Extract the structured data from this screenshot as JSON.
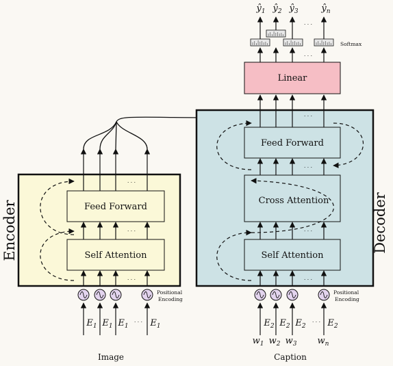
{
  "encoder": {
    "side_label": "Encoder",
    "feed_forward": "Feed Forward",
    "self_attention": "Self Attention",
    "positional_encoding_line1": "Positional",
    "positional_encoding_line2": "Encoding",
    "inputs": [
      "E",
      "E",
      "E",
      "E"
    ],
    "input_subscripts": [
      "1",
      "1",
      "1",
      "1"
    ],
    "ellipsis": "· · ·",
    "bottom_label": "Image"
  },
  "decoder": {
    "side_label": "Decoder",
    "feed_forward": "Feed Forward",
    "cross_attention": "Cross Attention",
    "self_attention": "Self Attention",
    "positional_encoding_line1": "Positional",
    "positional_encoding_line2": "Encoding",
    "inputs": [
      "E",
      "E",
      "E",
      "E"
    ],
    "input_subscripts": [
      "2",
      "2",
      "2",
      "2"
    ],
    "words": [
      "w",
      "w",
      "w",
      "w"
    ],
    "word_subscripts": [
      "1",
      "2",
      "3",
      "n"
    ],
    "ellipsis": "· · ·",
    "bottom_label": "Caption"
  },
  "head": {
    "linear": "Linear",
    "softmax": "Softmax",
    "outputs": [
      "ŷ",
      "ŷ",
      "ŷ",
      "ŷ"
    ],
    "output_subscripts": [
      "1",
      "2",
      "3",
      "n"
    ],
    "ellipsis": "· · ·"
  },
  "colors": {
    "encoder_bg": "#fbf8d8",
    "encoder_box": "#fbf8d8",
    "decoder_bg": "#cde2e5",
    "decoder_box": "#cde2e5",
    "linear_fill": "#f6bec5",
    "line": "#111111"
  }
}
